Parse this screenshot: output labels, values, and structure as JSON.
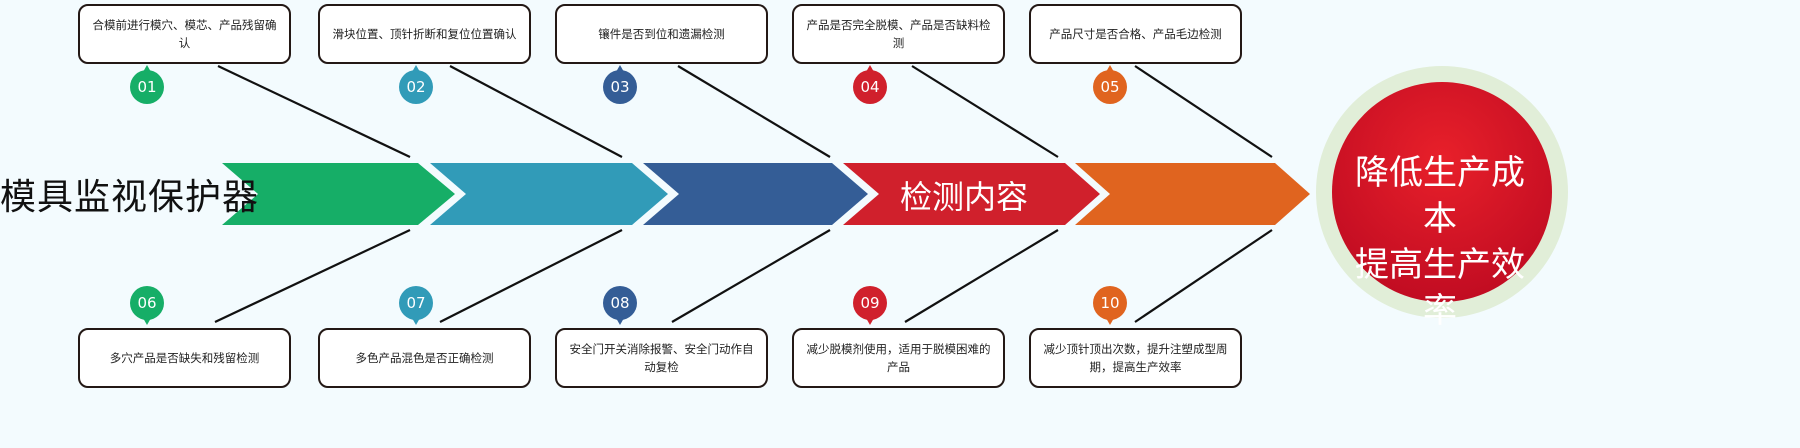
{
  "title": "模具监视保护器",
  "center_label": "检测内容",
  "goal": {
    "line1": "降低生产成本",
    "line2": "提高生产效率"
  },
  "colors": [
    "#16ae67",
    "#319bb8",
    "#345d96",
    "#d0202c",
    "#e0641f"
  ],
  "top": [
    {
      "num": "01",
      "text": "合模前进行模穴、模芯、产品残留确认"
    },
    {
      "num": "02",
      "text": "滑块位置、顶针折断和复位位置确认"
    },
    {
      "num": "03",
      "text": "镶件是否到位和遗漏检测"
    },
    {
      "num": "04",
      "text": "产品是否完全脱模、产品是否缺料检测"
    },
    {
      "num": "05",
      "text": "产品尺寸是否合格、产品毛边检测"
    }
  ],
  "bottom": [
    {
      "num": "06",
      "text": "多穴产品是否缺失和残留检测"
    },
    {
      "num": "07",
      "text": "多色产品混色是否正确检测"
    },
    {
      "num": "08",
      "text": "安全门开关消除报警、安全门动作自动复检"
    },
    {
      "num": "09",
      "text": "减少脱模剂使用，适用于脱模困难的产品"
    },
    {
      "num": "10",
      "text": "减少顶针顶出次数，提升注塑成型周期，提高生产效率"
    }
  ]
}
